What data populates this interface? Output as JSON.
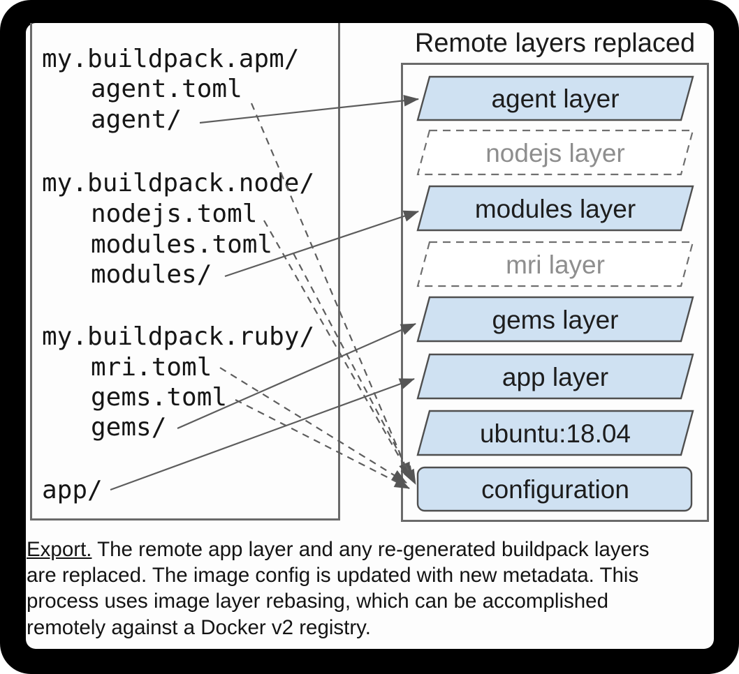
{
  "left_panel": {
    "lines": [
      {
        "text": "my.buildpack.apm/",
        "indent": 0
      },
      {
        "text": "agent.toml",
        "indent": 1
      },
      {
        "text": "agent/",
        "indent": 1
      },
      {
        "text": "my.buildpack.node/",
        "indent": 0
      },
      {
        "text": "nodejs.toml",
        "indent": 1
      },
      {
        "text": "modules.toml",
        "indent": 1
      },
      {
        "text": "modules/",
        "indent": 1
      },
      {
        "text": "my.buildpack.ruby/",
        "indent": 0
      },
      {
        "text": "mri.toml",
        "indent": 1
      },
      {
        "text": "gems.toml",
        "indent": 1
      },
      {
        "text": "gems/",
        "indent": 1
      },
      {
        "text": "app/",
        "indent": 0
      }
    ]
  },
  "right_panel": {
    "title": "Remote layers replaced",
    "layers": [
      {
        "label": "agent layer",
        "style": "replaced"
      },
      {
        "label": "nodejs layer",
        "style": "unchanged"
      },
      {
        "label": "modules layer",
        "style": "replaced"
      },
      {
        "label": "mri layer",
        "style": "unchanged"
      },
      {
        "label": "gems layer",
        "style": "replaced"
      },
      {
        "label": "app layer",
        "style": "replaced"
      },
      {
        "label": "ubuntu:18.04",
        "style": "replaced"
      },
      {
        "label": "configuration",
        "style": "config"
      }
    ]
  },
  "edges": [
    {
      "from": "agent/",
      "to": "agent layer",
      "style": "solid"
    },
    {
      "from": "modules/",
      "to": "modules layer",
      "style": "solid"
    },
    {
      "from": "gems/",
      "to": "gems layer",
      "style": "solid"
    },
    {
      "from": "app/",
      "to": "app layer",
      "style": "solid"
    },
    {
      "from": "agent.toml",
      "to": "configuration",
      "style": "dashed"
    },
    {
      "from": "nodejs.toml",
      "to": "configuration",
      "style": "dashed"
    },
    {
      "from": "modules.toml",
      "to": "configuration",
      "style": "dashed"
    },
    {
      "from": "mri.toml",
      "to": "configuration",
      "style": "dashed"
    },
    {
      "from": "gems.toml",
      "to": "configuration",
      "style": "dashed"
    }
  ],
  "caption": {
    "lead": "Export.",
    "line1_rest": " The remote app layer and any re-generated buildpack layers",
    "line2": "are replaced. The image config  is updated with new metadata. This",
    "line3": "process uses image layer rebasing, which can be accomplished",
    "line4": "remotely against a Docker v2 registry."
  },
  "colors": {
    "layer_fill": "#cfe1f2",
    "replaced_text": "#1d1d1d",
    "unchanged_text": "#8e8e8e",
    "line_stroke": "#5d5d5d",
    "panel_border": "#6a6a6a",
    "frame": "#000000"
  }
}
